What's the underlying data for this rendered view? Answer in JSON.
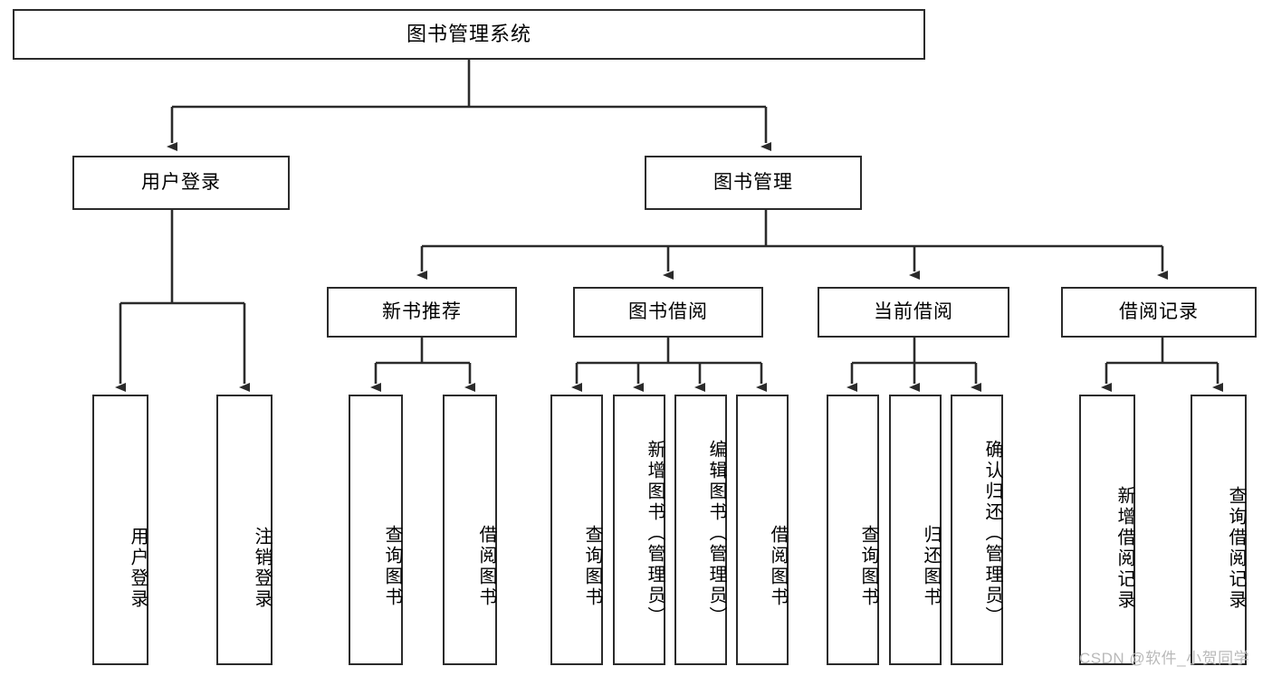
{
  "diagram": {
    "type": "tree",
    "title": "图书管理系统",
    "orientation": "top-down",
    "colors": {
      "stroke": "#2b2b2b",
      "fill": "#ffffff",
      "text": "#000000",
      "watermark": "#b9b9b9"
    },
    "levels": {
      "root": "图书管理系统",
      "level2": [
        "用户登录",
        "图书管理"
      ],
      "level3": [
        "新书推荐",
        "图书借阅",
        "当前借阅",
        "借阅记录"
      ]
    }
  },
  "nodes": {
    "root": {
      "label": "图书管理系统"
    },
    "user_login": {
      "label": "用户登录"
    },
    "book_manage": {
      "label": "图书管理"
    },
    "new_book_rec": {
      "label": "新书推荐"
    },
    "book_borrow": {
      "label": "图书借阅"
    },
    "current_borrow": {
      "label": "当前借阅"
    },
    "borrow_record": {
      "label": "借阅记录"
    },
    "leaf_user_login": {
      "label": "用户登录"
    },
    "leaf_logout": {
      "label": "注销登录"
    },
    "leaf_query_book_1": {
      "label": "查询图书"
    },
    "leaf_borrow_book_1": {
      "label": "借阅图书"
    },
    "leaf_query_book_2": {
      "label": "查询图书"
    },
    "leaf_add_book": {
      "label": "新增图书（管理员）"
    },
    "leaf_edit_book": {
      "label": "编辑图书（管理员）"
    },
    "leaf_borrow_book_2": {
      "label": "借阅图书"
    },
    "leaf_query_book_3": {
      "label": "查询图书"
    },
    "leaf_return_book": {
      "label": "归还图书"
    },
    "leaf_confirm_return": {
      "label": "确认归还（管理员）"
    },
    "leaf_add_record": {
      "label": "新增借阅记录"
    },
    "leaf_query_record": {
      "label": "查询借阅记录"
    }
  },
  "watermark": {
    "text": "CSDN @软件_小贺同学"
  }
}
